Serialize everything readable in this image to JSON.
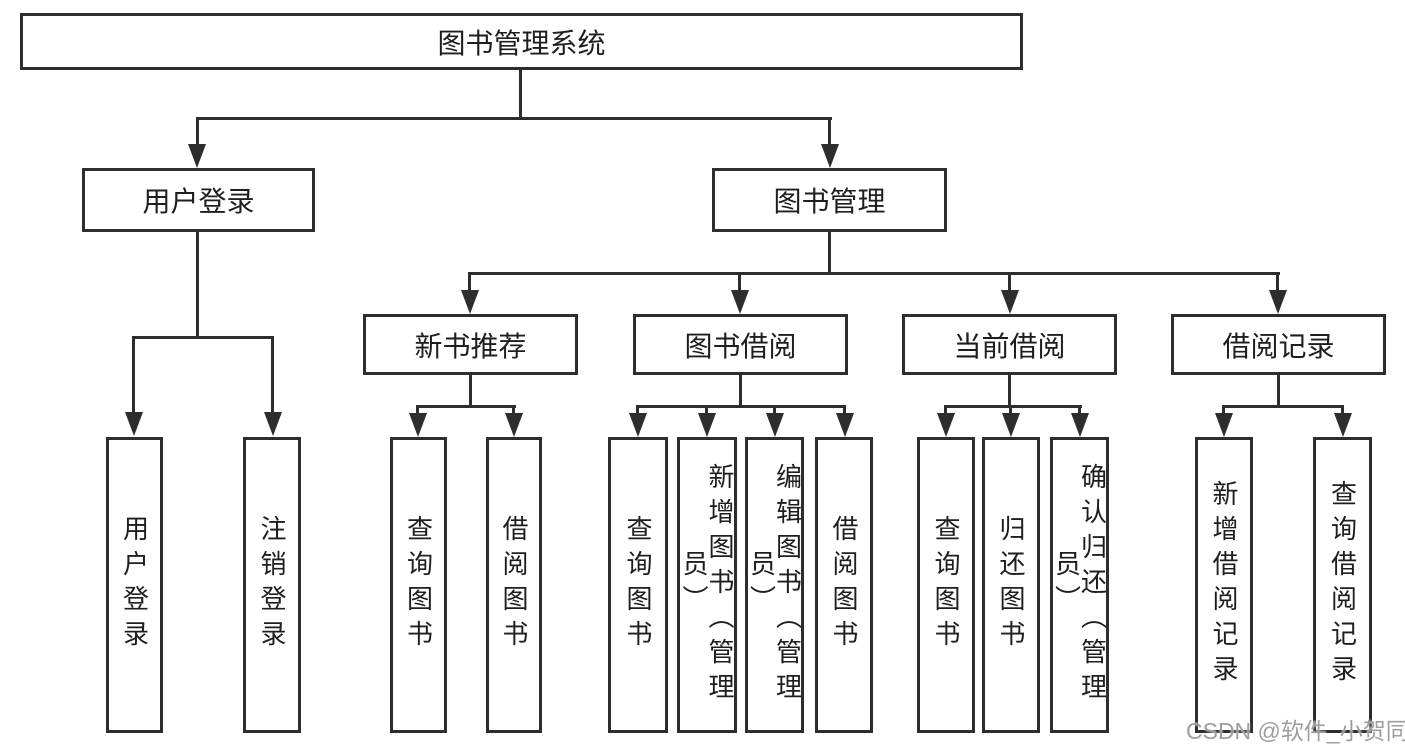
{
  "diagram": {
    "tree": {
      "root": {
        "label": "图书管理系统"
      },
      "children": [
        {
          "label": "用户登录",
          "children": [
            {
              "label": "用户登录"
            },
            {
              "label": "注销登录"
            }
          ]
        },
        {
          "label": "图书管理",
          "children": [
            {
              "label": "新书推荐",
              "children": [
                {
                  "label": "查询图书"
                },
                {
                  "label": "借阅图书"
                }
              ]
            },
            {
              "label": "图书借阅",
              "children": [
                {
                  "label": "查询图书"
                },
                {
                  "label": "新增图书（管理员）"
                },
                {
                  "label": "编辑图书（管理员）"
                },
                {
                  "label": "借阅图书"
                }
              ]
            },
            {
              "label": "当前借阅",
              "children": [
                {
                  "label": "查询图书"
                },
                {
                  "label": "归还图书"
                },
                {
                  "label": "确认归还（管理员）"
                }
              ]
            },
            {
              "label": "借阅记录",
              "children": [
                {
                  "label": "新增借阅记录"
                },
                {
                  "label": "查询借阅记录"
                }
              ]
            }
          ]
        }
      ]
    },
    "watermark": "CSDN @软件_小贺同学",
    "colors": {
      "line": "#2d2d2d",
      "box_border": "#2d2d2d",
      "background": "#ffffff",
      "watermark_text": "#9e9e9e"
    }
  }
}
